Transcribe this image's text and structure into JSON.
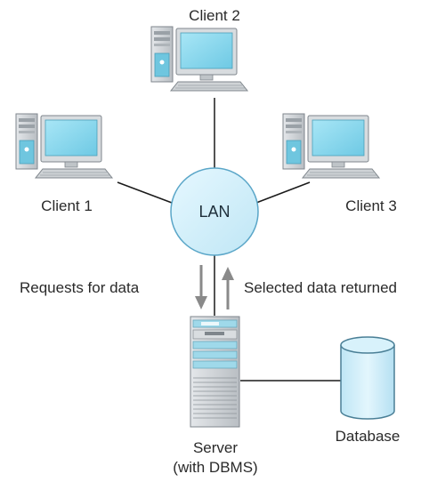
{
  "clients": [
    {
      "label": "Client 2"
    },
    {
      "label": "Client 1"
    },
    {
      "label": "Client 3"
    }
  ],
  "lan": {
    "label": "LAN"
  },
  "flows": {
    "request_label": "Requests for data",
    "response_label": "Selected data returned"
  },
  "server": {
    "line1": "Server",
    "line2": "(with DBMS)"
  },
  "database": {
    "label": "Database"
  },
  "colors": {
    "lan_fill": "#cfeefa",
    "lan_stroke": "#5aa6c8",
    "monitor_frame": "#d8dcdf",
    "screen": "#8fd9ee",
    "tower": "#c9cdd1",
    "database_fill": "#cfeefa",
    "arrow": "#8a8a8a",
    "line": "#1a1a1a"
  }
}
